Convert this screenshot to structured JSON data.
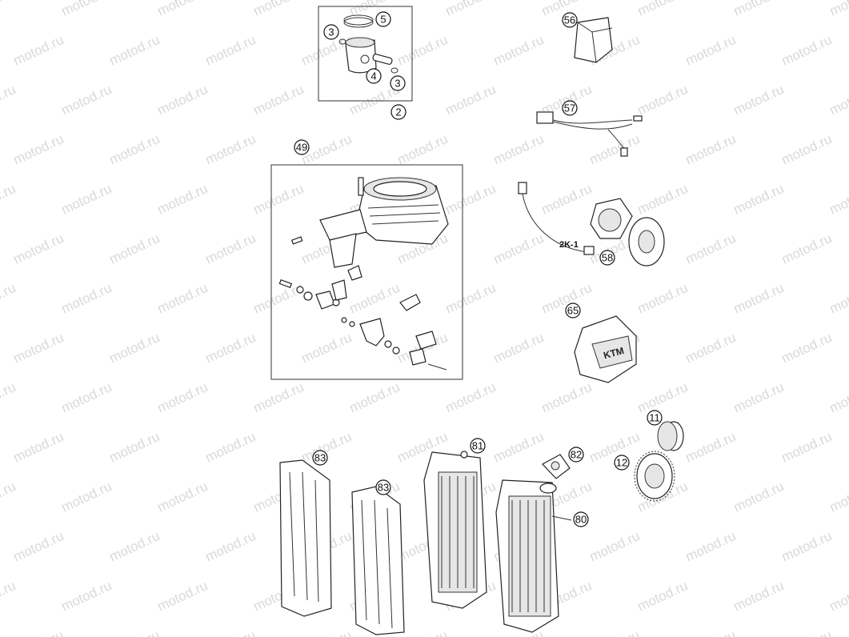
{
  "watermark": "motod.ru",
  "callouts": [
    {
      "label": "5"
    },
    {
      "label": "3"
    },
    {
      "label": "4"
    },
    {
      "label": "3"
    },
    {
      "label": "2"
    },
    {
      "label": "49"
    },
    {
      "label": "56"
    },
    {
      "label": "57"
    },
    {
      "label": "58"
    },
    {
      "label": "65"
    },
    {
      "label": "11"
    },
    {
      "label": "12"
    },
    {
      "label": "83"
    },
    {
      "label": "83"
    },
    {
      "label": "81"
    },
    {
      "label": "82"
    },
    {
      "label": "80"
    }
  ],
  "stator_label": "2K-1",
  "radiator_brand": "KTM"
}
